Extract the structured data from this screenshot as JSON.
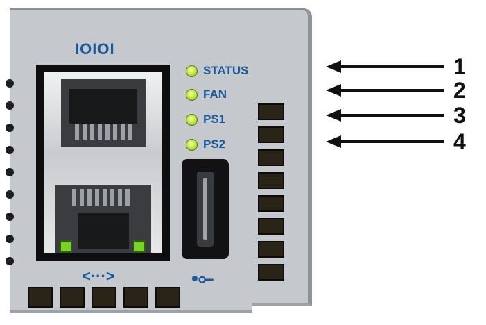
{
  "ports": {
    "ethernet_label": "IOIOI",
    "console_label": "<···>",
    "usb_icon": "•⟜"
  },
  "leds": [
    {
      "label": "STATUS",
      "color": "#b9e23a"
    },
    {
      "label": "FAN",
      "color": "#b9e23a"
    },
    {
      "label": "PS1",
      "color": "#b9e23a"
    },
    {
      "label": "PS2",
      "color": "#b9e23a"
    }
  ],
  "callouts": [
    {
      "number": "1"
    },
    {
      "number": "2"
    },
    {
      "number": "3"
    },
    {
      "number": "4"
    }
  ],
  "colors": {
    "label_blue": "#1a5a9c",
    "panel_gray": "#c5c8cc",
    "led_green": "#b9e23a",
    "link_led_green": "#7ad12a"
  }
}
